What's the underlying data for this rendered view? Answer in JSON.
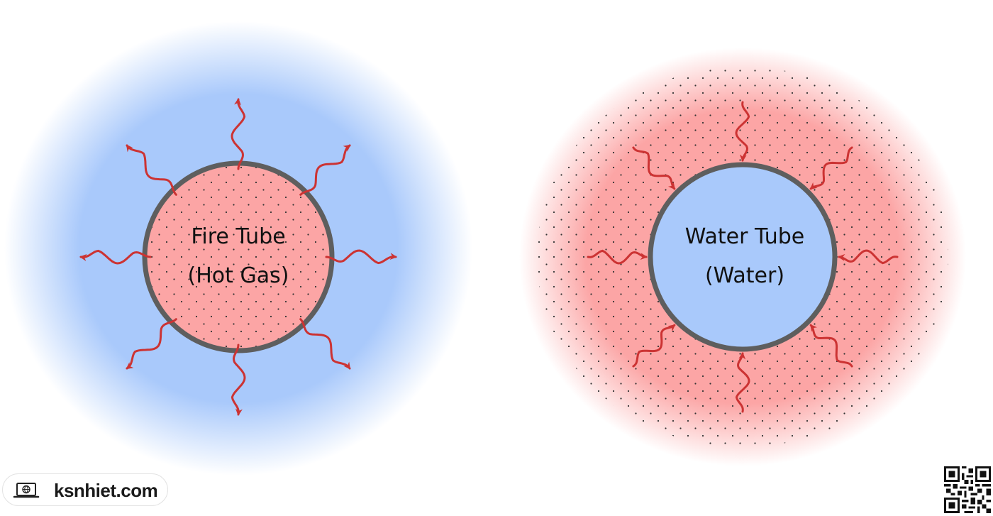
{
  "diagram": {
    "fire_tube": {
      "title": "Fire Tube",
      "subtitle": "(Hot Gas)",
      "inner_color": "#fca5a5",
      "surround_color": "#a9c9fb",
      "heat_direction": "outward"
    },
    "water_tube": {
      "title": "Water Tube",
      "subtitle": "(Water)",
      "inner_color": "#a9c9fb",
      "surround_color": "#fca5a5",
      "heat_direction": "inward"
    },
    "colors": {
      "tube_wall": "#5e5e5e",
      "arrow": "#cc3333",
      "dots": "#333333"
    }
  },
  "branding": {
    "site": "ksnhiet.com",
    "icon": "laptop-globe-icon",
    "qr_icon": "qr-code-icon"
  }
}
